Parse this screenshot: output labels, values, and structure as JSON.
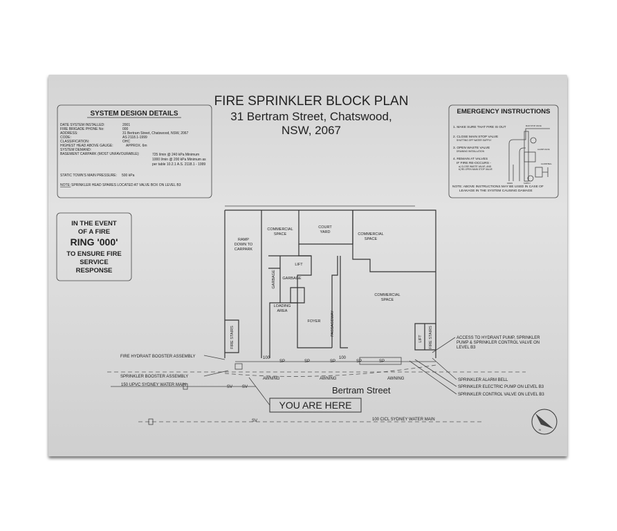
{
  "title": "FIRE SPRINKLER BLOCK PLAN",
  "address_line1": "31 Bertram Street, Chatswood,",
  "address_line2": "NSW, 2067",
  "system_design": {
    "heading": "SYSTEM DESIGN DETAILS",
    "rows": [
      {
        "label": "DATE SYSTEM INSTALLED:",
        "value": "2001"
      },
      {
        "label": "FIRE BRIGADE PHONE No:",
        "value": "000"
      },
      {
        "label": "ADDRESS:",
        "value": "31 Bertram Street, Chatswood, NSW, 2067"
      },
      {
        "label": "CODE:",
        "value": "AS 2118.1-1999"
      },
      {
        "label": "CLASSIFICATION:",
        "value": "OHC"
      },
      {
        "label": "HIGHEST HEAD ABOVE GAUGE:",
        "value": "APPROX. 6m"
      },
      {
        "label": "SYSTEM DEMAND:",
        "value": ""
      },
      {
        "label": "BASEMENT CARPARK (MOST UNFAVOURABLE):",
        "value": "725 l/min @ 240 kPa Minimum"
      }
    ],
    "demand_extra1": "1000 l/min @ 200 kPa Minimum as",
    "demand_extra2": "per table 10.2.1 A.S. 2118.1 - 1999",
    "static_label": "STATIC TOWN'S MAIN PRESSURE:",
    "static_value": "500 kPa",
    "note_label": "NOTE:",
    "note_text": "SPRINKLER HEAD SPARES LOCATED AT VALVE BOX ON LEVEL B3"
  },
  "fire_notice": {
    "line1": "IN THE EVENT",
    "line2": "OF A FIRE",
    "line3": "RING '000'",
    "line4": "TO ENSURE FIRE",
    "line5": "SERVICE",
    "line6": "RESPONSE"
  },
  "emergency": {
    "heading": "EMERGENCY INSTRUCTIONS",
    "steps": [
      {
        "main": "1. MAKE SURE THAT FIRE IS OUT",
        "sub": ""
      },
      {
        "main": "2. CLOSE MAIN STOP VALVE",
        "sub": "SHUTTING OFF WATER SUPPLY"
      },
      {
        "main": "3. OPEN WASTE VALVE",
        "sub": "DRAINING INSTALLATION"
      },
      {
        "main": "4. REMAIN AT VALVES",
        "sub": "IF FIRE RE-OCCURS -"
      }
    ],
    "step4_a": "a) CLOSE WASTE VALVE, AND",
    "step4_b": "b) RE-OPEN MAIN STOP VALVE",
    "diagram_labels": [
      "MAIN STOP VALVE",
      "ALARM VALVE",
      "ALARM BELL",
      "DRAIN",
      "SUPPLY"
    ],
    "note1": "NOTE: ABOVE INSTRUCTIONS MAY BE USED IN CASE OF",
    "note2": "LEAKAGE IN THE SYSTEM CAUSING DAMAGE"
  },
  "plan": {
    "rooms": {
      "ramp": [
        "RAMP",
        "DOWN TO",
        "CARPARK"
      ],
      "commercial1": [
        "COMMERCIAL",
        "SPACE"
      ],
      "courtyard": [
        "COURT",
        "YARD"
      ],
      "commercial2": [
        "COMMERCIAL",
        "SPACE"
      ],
      "commercial3": [
        "COMMERCIAL",
        "SPACE"
      ],
      "lift": "LIFT",
      "garbage": "GARBAGE",
      "garbage_v": "GARBAGE",
      "loading": [
        "LOADING",
        "AREA"
      ],
      "foyer": "FOYER",
      "passageway": "PASSAGEWAY",
      "fire_stairs_left": "FIRE STAIRS",
      "fire_stairs_right": "FIRE STAIRS",
      "lift_right": "LIFT"
    },
    "sp": [
      "SP",
      "SP",
      "SP",
      "SP",
      "SP"
    ],
    "pipe_100_a": "100",
    "pipe_100_b": "100",
    "awning": [
      "AWNING",
      "AWNING",
      "AWNING"
    ],
    "street": "Bertram Street",
    "you_are_here": "YOU ARE HERE",
    "svs": [
      "SV",
      "SV",
      "SV"
    ],
    "main_left": "150 UPVC SYDNEY WATER MAIN",
    "main_bottom": "100 CICL SYDNEY WATER MAIN",
    "callouts": {
      "hydrant_booster": "FIRE HYDRANT BOOSTER ASSEMBLY",
      "sprinkler_booster": "SPRINKLER BOOSTER ASSEMBLY",
      "access1": "ACCESS TO HYDRANT PUMP, SPRINKLER",
      "access2": "PUMP & SPRINKLER CONTROL VALVE ON",
      "access3": "LEVEL B3",
      "alarm_bell": "SPRINKLER ALARM BELL",
      "electric_pump": "SPRINKLER ELECTRIC PUMP ON LEVEL B3",
      "control_valve": "SPRINKLER CONTROL VALVE ON LEVEL B3"
    },
    "north": "N"
  }
}
